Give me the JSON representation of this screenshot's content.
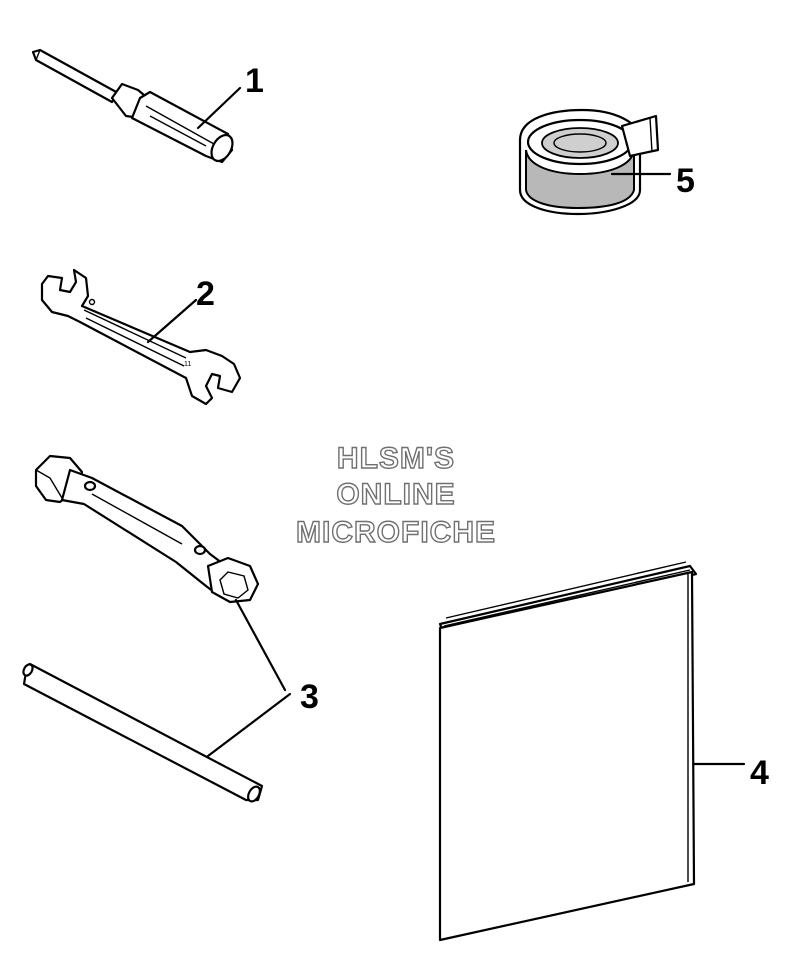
{
  "watermark": {
    "line1": "HLSM'S",
    "line2": "ONLINE",
    "line3": "MICROFICHE"
  },
  "parts": [
    {
      "callout": "1",
      "icon": "screwdriver-icon"
    },
    {
      "callout": "2",
      "icon": "wrench-icon"
    },
    {
      "callout": "3",
      "icon": "socket-wrench-icon"
    },
    {
      "callout": "4",
      "icon": "manual-icon"
    },
    {
      "callout": "5",
      "icon": "tape-roll-icon"
    }
  ]
}
